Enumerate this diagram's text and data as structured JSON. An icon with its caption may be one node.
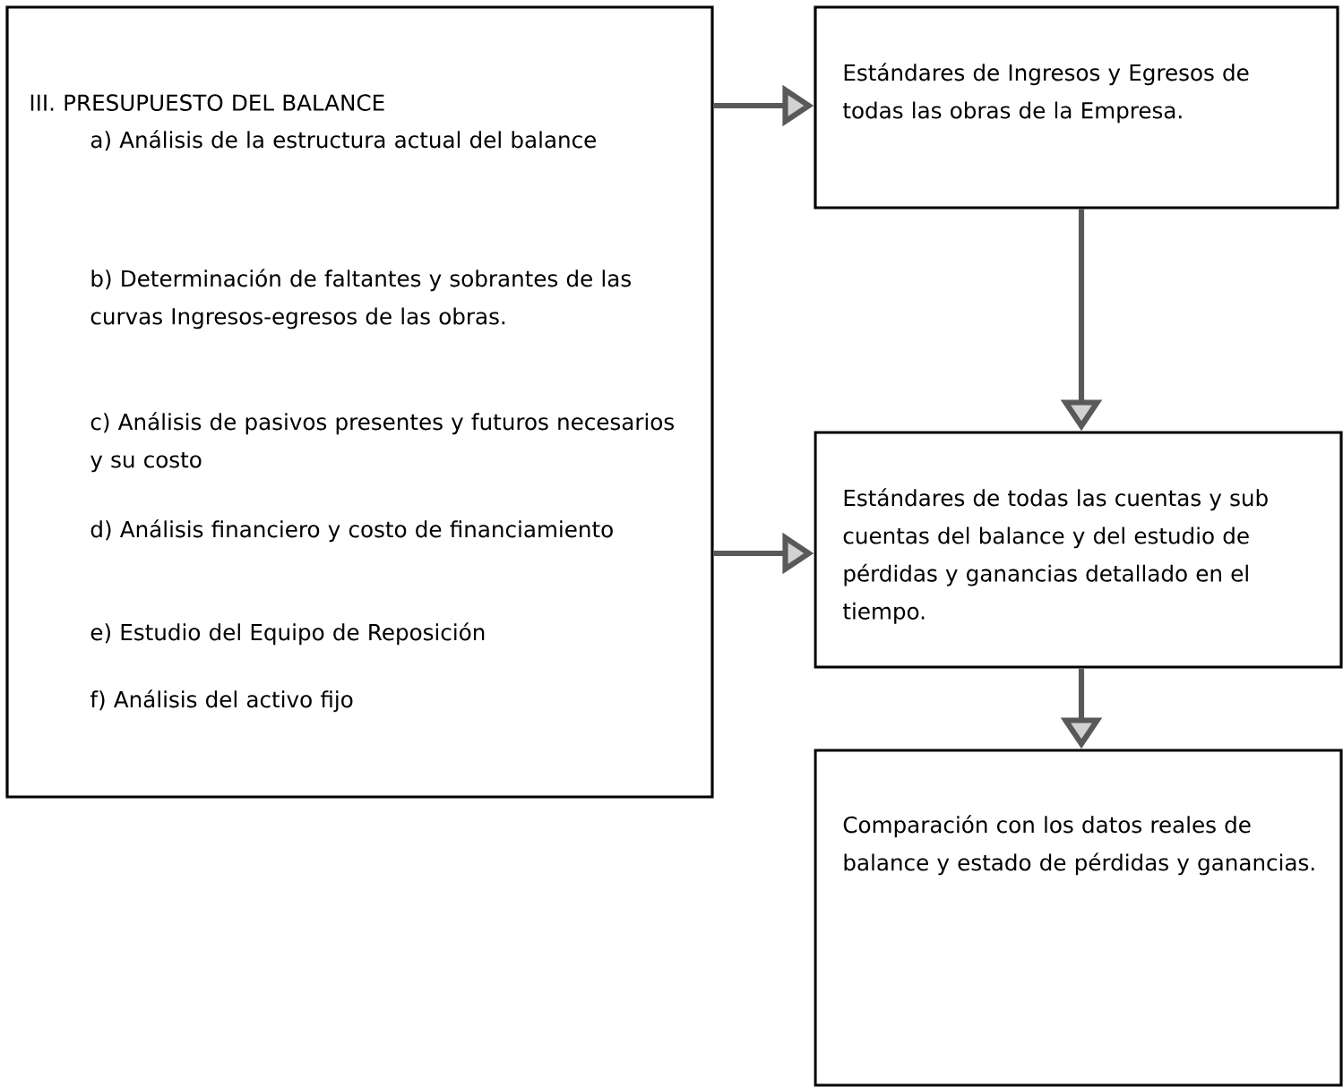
{
  "diagram": {
    "nodes": [
      {
        "text": [
          "III. PRESUPUESTO DEL BALANCE",
          "a) Análisis de la estructura actual del balance",
          "b) Determinación de faltantes y sobrantes de las curvas Ingresos-egresos de las obras.",
          "c) Análisis de pasivos presentes y futuros necesarios y su costo",
          "d) Análisis financiero y costo de financiamiento",
          "e) Estudio del Equipo de Reposición",
          "f) Análisis del activo fijo"
        ]
      },
      {
        "text": [
          "Estándares de Ingresos y Egresos de todas las obras de la Empresa."
        ]
      },
      {
        "text": [
          "Estándares de todas las cuentas y sub cuentas del balance y del estudio de pérdidas y ganancias detallado en el tiempo."
        ]
      },
      {
        "text": [
          "Comparación con los datos reales de balance y estado de pérdidas y ganancias."
        ]
      }
    ],
    "edges": [
      {
        "from": 0,
        "to": 1,
        "arrow": "to"
      },
      {
        "from": 0,
        "to": 2,
        "arrow": "to"
      },
      {
        "from": 1,
        "to": 2,
        "arrow": "to"
      },
      {
        "from": 2,
        "to": 3,
        "arrow": "to"
      }
    ]
  }
}
